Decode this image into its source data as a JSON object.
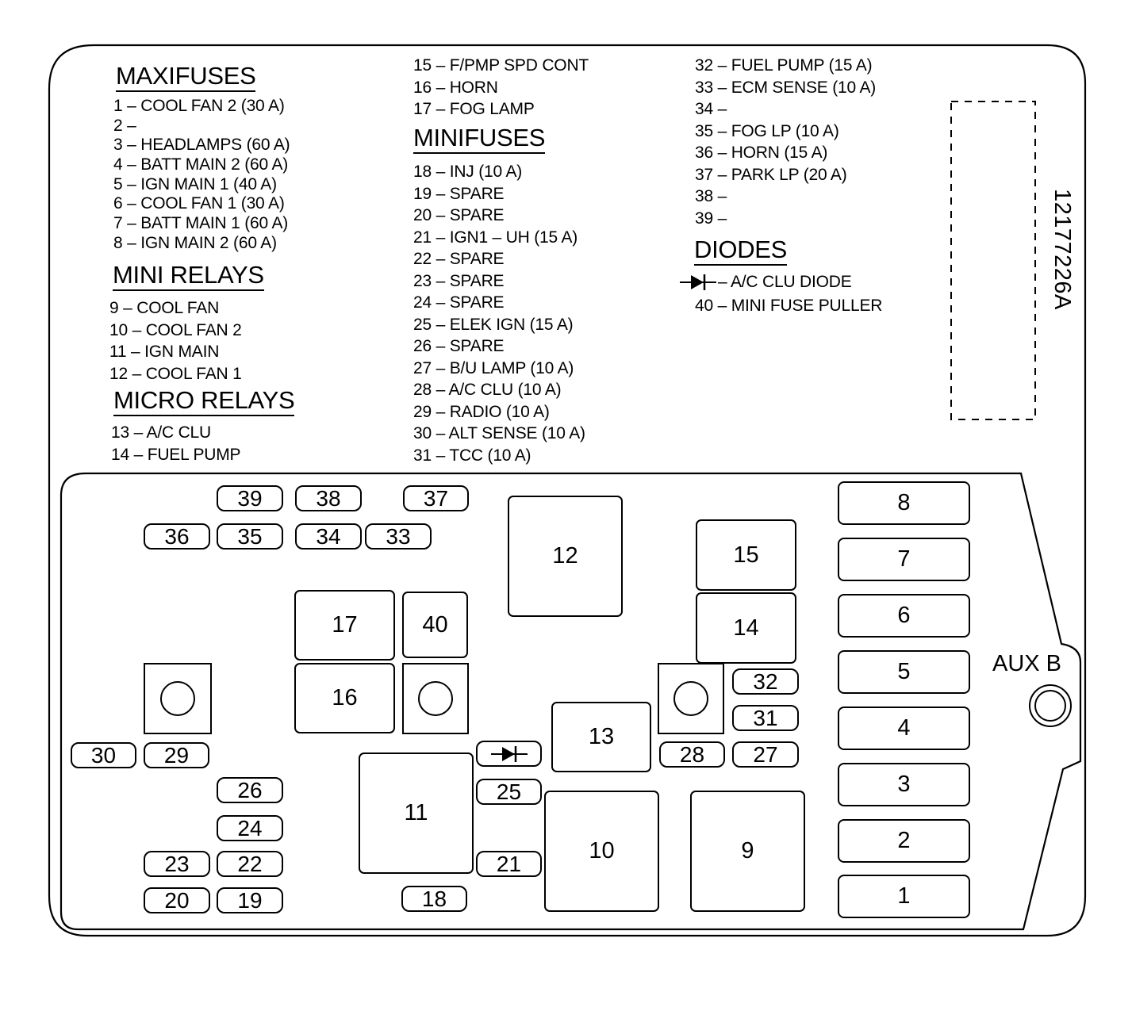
{
  "legend": {
    "maxifuses": {
      "heading": "MAXIFUSES",
      "items": [
        "1 – COOL FAN 2 (30 A)",
        "2 –",
        "3 – HEADLAMPS (60 A)",
        "4 – BATT MAIN 2 (60 A)",
        "5 – IGN MAIN 1 (40 A)",
        "6 – COOL FAN 1 (30 A)",
        "7 – BATT MAIN 1 (60 A)",
        "8 – IGN MAIN 2 (60 A)"
      ]
    },
    "mini_relays": {
      "heading": "MINI RELAYS",
      "items": [
        "9 – COOL FAN",
        "10 – COOL FAN 2",
        "11 – IGN MAIN",
        "12 – COOL FAN 1"
      ]
    },
    "micro_relays": {
      "heading": "MICRO RELAYS",
      "items": [
        "13 – A/C CLU",
        "14 – FUEL PUMP",
        "15 – F/PMP SPD CONT",
        "16 – HORN",
        "17 – FOG LAMP"
      ]
    },
    "minifuses": {
      "heading": "MINIFUSES",
      "items": [
        "18 – INJ (10 A)",
        "19 – SPARE",
        "20 – SPARE",
        "21 – IGN1 – UH (15 A)",
        "22 – SPARE",
        "23 – SPARE",
        "24 – SPARE",
        "25 – ELEK IGN (15 A)",
        "26 – SPARE",
        "27 – B/U LAMP (10 A)",
        "28 – A/C CLU (10 A)",
        "29 – RADIO (10 A)",
        "30 – ALT SENSE (10 A)",
        "31 – TCC (10 A)",
        "32 – FUEL PUMP (15 A)",
        "33 – ECM SENSE (10 A)",
        "34 –",
        "35 – FOG LP (10 A)",
        "36 – HORN (15 A)",
        "37 – PARK LP (20 A)",
        "38 –",
        "39 –"
      ]
    },
    "diodes": {
      "heading": "DIODES",
      "diode_item": "– A/C CLU DIODE",
      "puller_item": "40 – MINI FUSE PULLER"
    }
  },
  "part_number": "12177226A",
  "aux_label": "AUX B",
  "slots": {
    "maxi": [
      "8",
      "7",
      "6",
      "5",
      "4",
      "3",
      "2",
      "1"
    ],
    "relays": [
      "12",
      "17",
      "40",
      "16",
      "15",
      "14",
      "13",
      "11",
      "10",
      "9"
    ],
    "fuses": [
      "39",
      "38",
      "37",
      "36",
      "35",
      "34",
      "33",
      "30",
      "29",
      "26",
      "24",
      "23",
      "22",
      "20",
      "19",
      "18",
      "25",
      "21",
      "32",
      "31",
      "28",
      "27"
    ]
  }
}
